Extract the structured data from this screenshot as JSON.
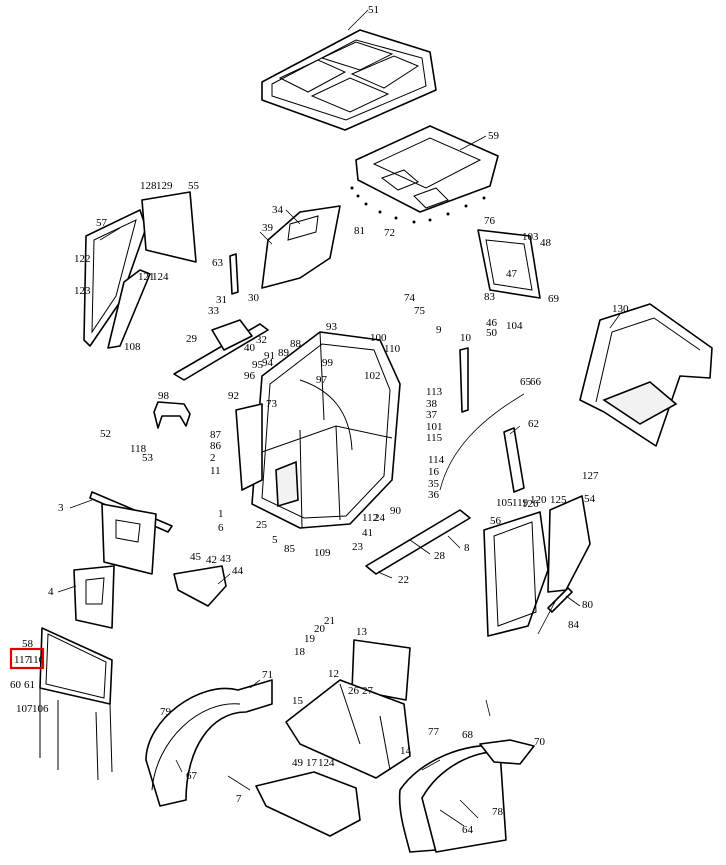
{
  "diagram": {
    "labels": [
      {
        "id": "51",
        "text": "51"
      },
      {
        "id": "59",
        "text": "59"
      },
      {
        "id": "128",
        "text": "128"
      },
      {
        "id": "129",
        "text": "129"
      },
      {
        "id": "55",
        "text": "55"
      },
      {
        "id": "57",
        "text": "57"
      },
      {
        "id": "34",
        "text": "34"
      },
      {
        "id": "39",
        "text": "39"
      },
      {
        "id": "63",
        "text": "63"
      },
      {
        "id": "122",
        "text": "122"
      },
      {
        "id": "121",
        "text": "121"
      },
      {
        "id": "124",
        "text": "124"
      },
      {
        "id": "123",
        "text": "123"
      },
      {
        "id": "81",
        "text": "81"
      },
      {
        "id": "72",
        "text": "72"
      },
      {
        "id": "76",
        "text": "76"
      },
      {
        "id": "103",
        "text": "103"
      },
      {
        "id": "48",
        "text": "48"
      },
      {
        "id": "47",
        "text": "47"
      },
      {
        "id": "69",
        "text": "69"
      },
      {
        "id": "83",
        "text": "83"
      },
      {
        "id": "46",
        "text": "46"
      },
      {
        "id": "104",
        "text": "104"
      },
      {
        "id": "50",
        "text": "50"
      },
      {
        "id": "130",
        "text": "130"
      },
      {
        "id": "31",
        "text": "31"
      },
      {
        "id": "33",
        "text": "33"
      },
      {
        "id": "30",
        "text": "30"
      },
      {
        "id": "29",
        "text": "29"
      },
      {
        "id": "40",
        "text": "40"
      },
      {
        "id": "32",
        "text": "32"
      },
      {
        "id": "74",
        "text": "74"
      },
      {
        "id": "75",
        "text": "75"
      },
      {
        "id": "9",
        "text": "9"
      },
      {
        "id": "10",
        "text": "10"
      },
      {
        "id": "100",
        "text": "100"
      },
      {
        "id": "110",
        "text": "110"
      },
      {
        "id": "93",
        "text": "93"
      },
      {
        "id": "88",
        "text": "88"
      },
      {
        "id": "89",
        "text": "89"
      },
      {
        "id": "91",
        "text": "91"
      },
      {
        "id": "95",
        "text": "95"
      },
      {
        "id": "96",
        "text": "96"
      },
      {
        "id": "97",
        "text": "97"
      },
      {
        "id": "99",
        "text": "99"
      },
      {
        "id": "102",
        "text": "102"
      },
      {
        "id": "113",
        "text": "113"
      },
      {
        "id": "38",
        "text": "38"
      },
      {
        "id": "37",
        "text": "37"
      },
      {
        "id": "101",
        "text": "101"
      },
      {
        "id": "115",
        "text": "115"
      },
      {
        "id": "114",
        "text": "114"
      },
      {
        "id": "16",
        "text": "16"
      },
      {
        "id": "35",
        "text": "35"
      },
      {
        "id": "36",
        "text": "36"
      },
      {
        "id": "65",
        "text": "65"
      },
      {
        "id": "66",
        "text": "66"
      },
      {
        "id": "62",
        "text": "62"
      },
      {
        "id": "98",
        "text": "98"
      },
      {
        "id": "92",
        "text": "92"
      },
      {
        "id": "73",
        "text": "73"
      },
      {
        "id": "87",
        "text": "87"
      },
      {
        "id": "86",
        "text": "86"
      },
      {
        "id": "2",
        "text": "2"
      },
      {
        "id": "11",
        "text": "11"
      },
      {
        "id": "52",
        "text": "52"
      },
      {
        "id": "118",
        "text": "118"
      },
      {
        "id": "53",
        "text": "53"
      },
      {
        "id": "3",
        "text": "3"
      },
      {
        "id": "1",
        "text": "1"
      },
      {
        "id": "6",
        "text": "6"
      },
      {
        "id": "25",
        "text": "25"
      },
      {
        "id": "5",
        "text": "5"
      },
      {
        "id": "85",
        "text": "85"
      },
      {
        "id": "109",
        "text": "109"
      },
      {
        "id": "23",
        "text": "23"
      },
      {
        "id": "41",
        "text": "41"
      },
      {
        "id": "112",
        "text": "112"
      },
      {
        "id": "24",
        "text": "24"
      },
      {
        "id": "90",
        "text": "90"
      },
      {
        "id": "8",
        "text": "8"
      },
      {
        "id": "28",
        "text": "28"
      },
      {
        "id": "22",
        "text": "22"
      },
      {
        "id": "127",
        "text": "127"
      },
      {
        "id": "126",
        "text": "126"
      },
      {
        "id": "119",
        "text": "119"
      },
      {
        "id": "120",
        "text": "120"
      },
      {
        "id": "125",
        "text": "125"
      },
      {
        "id": "54",
        "text": "54"
      },
      {
        "id": "56",
        "text": "56"
      },
      {
        "id": "80",
        "text": "80"
      },
      {
        "id": "84",
        "text": "84"
      },
      {
        "id": "45",
        "text": "45"
      },
      {
        "id": "42",
        "text": "42"
      },
      {
        "id": "43",
        "text": "43"
      },
      {
        "id": "44",
        "text": "44"
      },
      {
        "id": "4",
        "text": "4"
      },
      {
        "id": "58",
        "text": "58"
      },
      {
        "id": "117",
        "text": "117"
      },
      {
        "id": "116",
        "text": "116"
      },
      {
        "id": "60",
        "text": "60"
      },
      {
        "id": "61",
        "text": "61"
      },
      {
        "id": "107",
        "text": "107"
      },
      {
        "id": "106",
        "text": "106"
      },
      {
        "id": "21",
        "text": "21"
      },
      {
        "id": "20",
        "text": "20"
      },
      {
        "id": "19",
        "text": "19"
      },
      {
        "id": "18",
        "text": "18"
      },
      {
        "id": "13",
        "text": "13"
      },
      {
        "id": "12",
        "text": "12"
      },
      {
        "id": "71",
        "text": "71"
      },
      {
        "id": "79",
        "text": "79"
      },
      {
        "id": "15",
        "text": "15"
      },
      {
        "id": "26",
        "text": "26"
      },
      {
        "id": "27",
        "text": "27"
      },
      {
        "id": "77",
        "text": "77"
      },
      {
        "id": "68",
        "text": "68"
      },
      {
        "id": "70",
        "text": "70"
      },
      {
        "id": "14",
        "text": "14"
      },
      {
        "id": "49",
        "text": "49"
      },
      {
        "id": "17",
        "text": "17"
      },
      {
        "id": "124b",
        "text": "124"
      },
      {
        "id": "67",
        "text": "67"
      },
      {
        "id": "7",
        "text": "7"
      },
      {
        "id": "78",
        "text": "78"
      },
      {
        "id": "64",
        "text": "64"
      },
      {
        "id": "105",
        "text": "105"
      },
      {
        "id": "108",
        "text": "108"
      },
      {
        "id": "94",
        "text": "94"
      }
    ],
    "highlight": {
      "label": "117 116",
      "color": "#e00000"
    }
  }
}
